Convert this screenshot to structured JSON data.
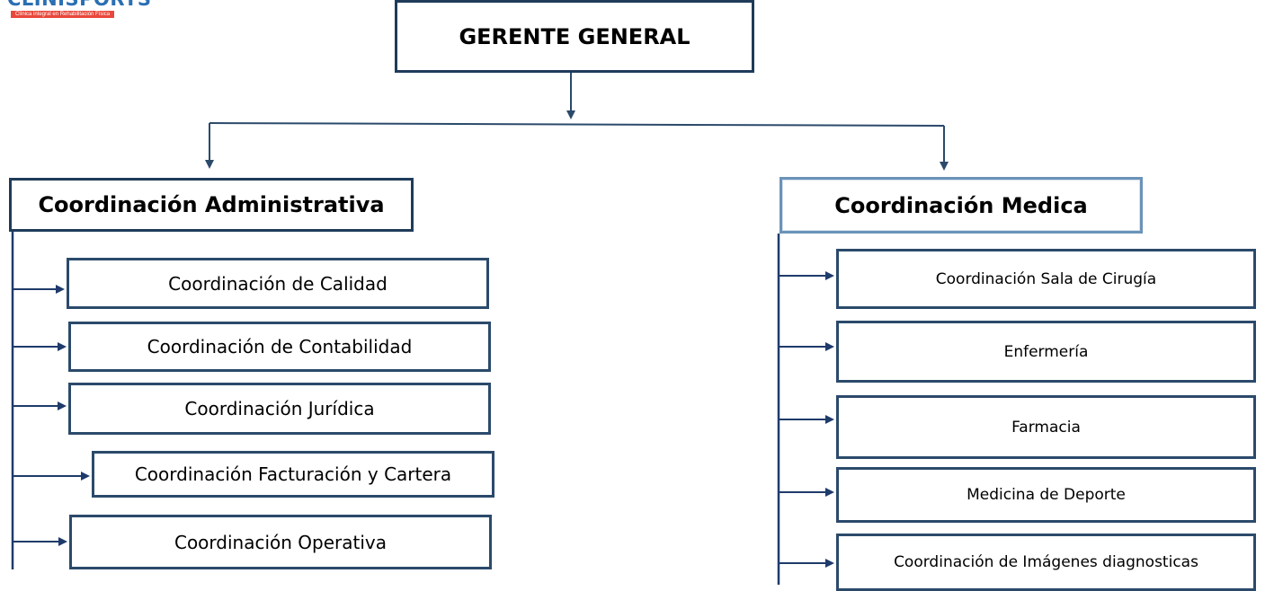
{
  "logo": {
    "name": "CLINISPORTS",
    "tagline": "Clínica integral en Rehabilitación Física"
  },
  "colors": {
    "box_border": "#1f3b5a",
    "connector": "#2b4a6b",
    "arrow": "#1f3b6b",
    "medica_border": "#6b93b8"
  },
  "chart": {
    "root": "GERENTE GENERAL",
    "admin": {
      "title": "Coordinación Administrativa",
      "items": [
        "Coordinación de Calidad",
        "Coordinación de Contabilidad",
        "Coordinación Jurídica",
        "Coordinación Facturación y Cartera",
        "Coordinación Operativa"
      ]
    },
    "medica": {
      "title": "Coordinación Medica",
      "items": [
        "Coordinación Sala de Cirugía",
        "Enfermería",
        "Farmacia",
        "Medicina de Deporte",
        "Coordinación de Imágenes diagnosticas"
      ]
    }
  }
}
